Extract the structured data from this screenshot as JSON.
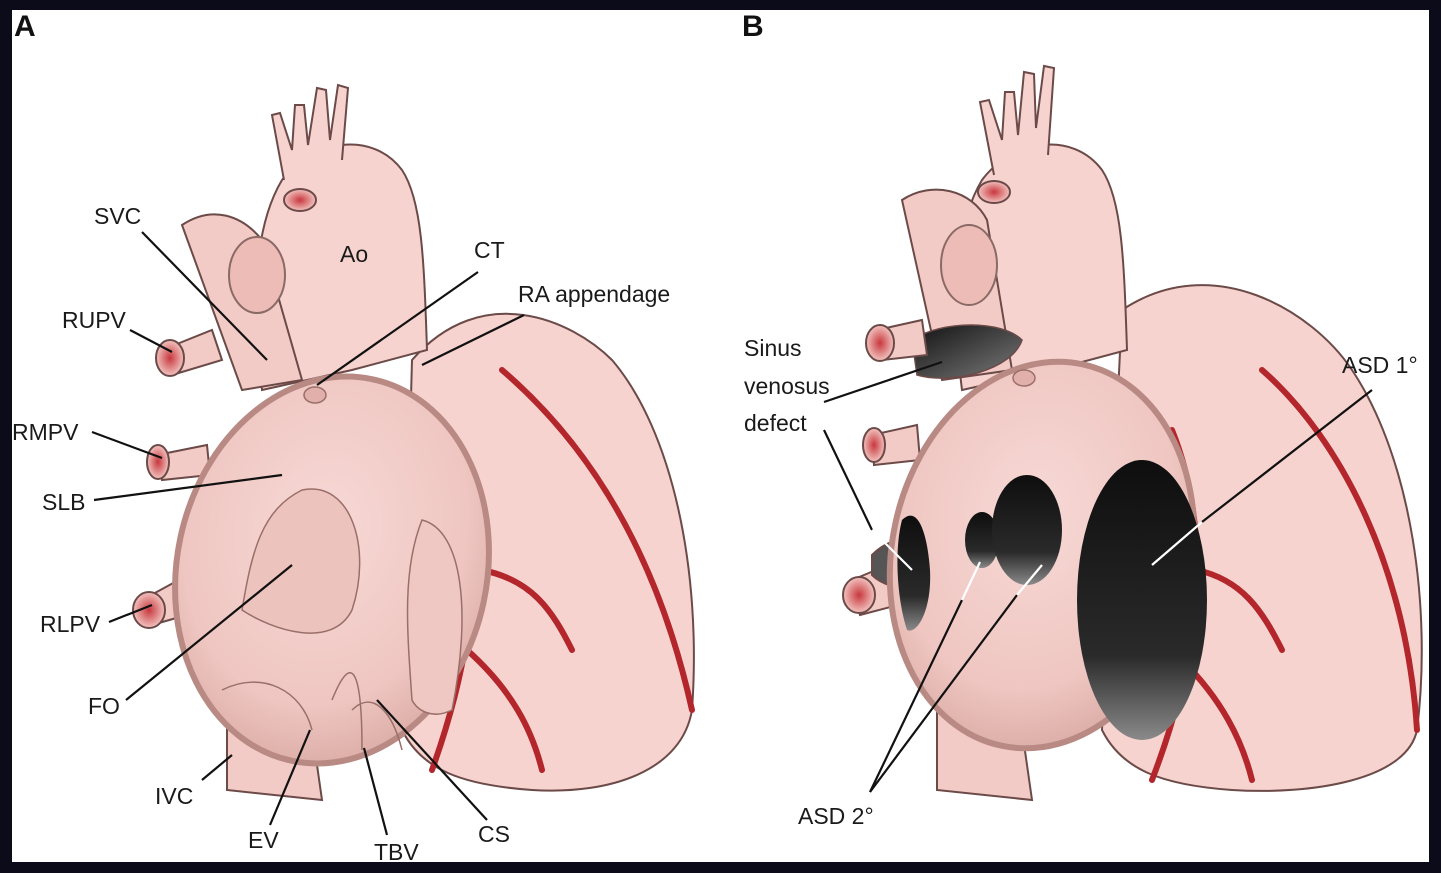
{
  "panels": [
    {
      "letter": "A",
      "labels": {
        "svc": "SVC",
        "ao": "Ao",
        "ct": "CT",
        "ra_appendage": "RA appendage",
        "rupv": "RUPV",
        "rmpv": "RMPV",
        "slb": "SLB",
        "rlpv": "RLPV",
        "fo": "FO",
        "ivc": "IVC",
        "ev": "EV",
        "tbv": "TBV",
        "cs": "CS"
      }
    },
    {
      "letter": "B",
      "labels": {
        "sinus_line1": "Sinus",
        "sinus_line2": "venosus",
        "sinus_line3": "defect",
        "asd1": "ASD 1°",
        "asd2": "ASD 2°"
      }
    }
  ],
  "colors": {
    "frame": "#0b0b1a",
    "tissue": "#f6d3cf",
    "tissue_outline": "#6b4a48",
    "atrium_rim": "#b98a84",
    "vessel_red": "#b3262b",
    "defect_dark": "#1c1c1c"
  }
}
